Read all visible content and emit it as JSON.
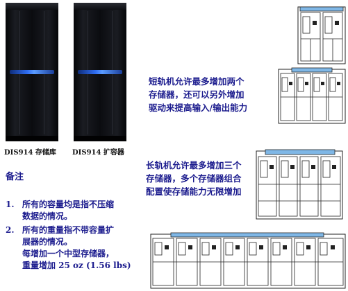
{
  "products": [
    {
      "caption": "DIS914 存储库"
    },
    {
      "caption": "DIS914 扩容器"
    }
  ],
  "short_rack": {
    "lines": [
      "短轨机允许最多增加两个",
      "存储器，还可以另外增加",
      "驱动来提高输入/输出能力"
    ]
  },
  "long_rack": {
    "lines": [
      "长轨机允许最多增加三个",
      "存储器，多个存储器组合",
      "配置使存储能力无限增加"
    ]
  },
  "notes": {
    "title": "备注",
    "items": [
      {
        "num": "1.",
        "lines": [
          "所有的容量均是指不压缩",
          "数据的情况。"
        ]
      },
      {
        "num": "2.",
        "lines": [
          "所有的重量指不带容量扩",
          "展器的情况。",
          "每增加一个中型存储器，",
          "重量增加 25 oz (1.56 lbs)"
        ]
      }
    ]
  },
  "colors": {
    "note_text": "#1c1c8e",
    "led": "#2f6df2",
    "rail": "#7fb7e6"
  }
}
